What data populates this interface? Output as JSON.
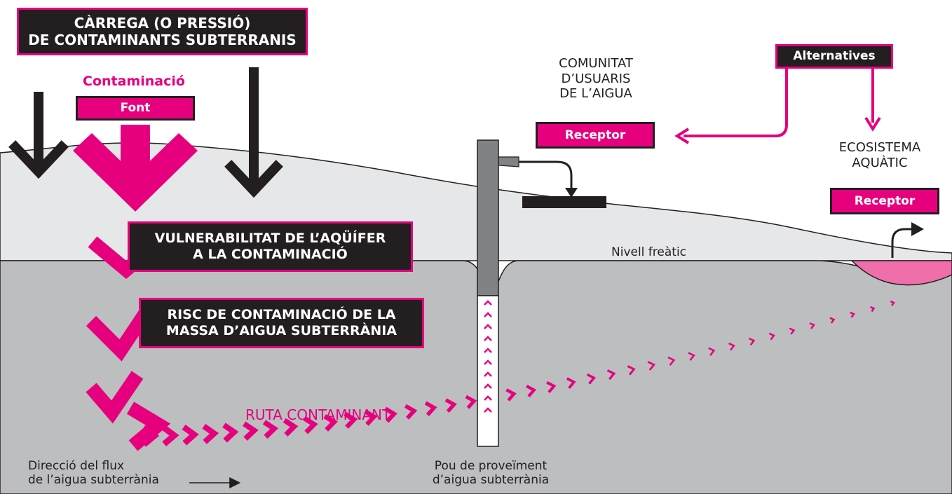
{
  "title_box": {
    "line1": "CÀRREGA (O PRESSIÓ)",
    "line2": "DE CONTAMINANTS SUBTERRANIS"
  },
  "contamination_label": "Contaminació",
  "font_label": "Font",
  "vulnerability_box": {
    "line1": "VULNERABILITAT DE L’AQÜÍFER",
    "line2": "A LA CONTAMINACIÓ"
  },
  "risk_box": {
    "line1": "RISC DE CONTAMINACIÓ DE LA",
    "line2": "MASSA D’AIGUA SUBTERRÀNIA"
  },
  "route_label": "RUTA CONTAMINANT",
  "flow_direction": {
    "line1": "Direcció del flux",
    "line2": "de l’aigua subterrània"
  },
  "well_label": {
    "line1": "Pou de proveïment",
    "line2": "d’aigua subterrània"
  },
  "water_table_label": "Nivell freàtic",
  "community": {
    "line1": "COMUNITAT",
    "line2": "D’USUARIS",
    "line3": "DE L’AIGUA"
  },
  "receptor_users": "Receptor",
  "alternatives_label": "Alternatives",
  "ecosystem": {
    "line1": "ECOSISTEMA",
    "line2": "AQUÀTIC"
  },
  "receptor_ecosystem": "Receptor",
  "colors": {
    "accent": "#e6007e",
    "dark": "#231f20",
    "surface_soil": "#e6e7e8",
    "aquifer": "#bcbec0",
    "well_pipe": "#808285",
    "lake": "#f06ea9"
  }
}
